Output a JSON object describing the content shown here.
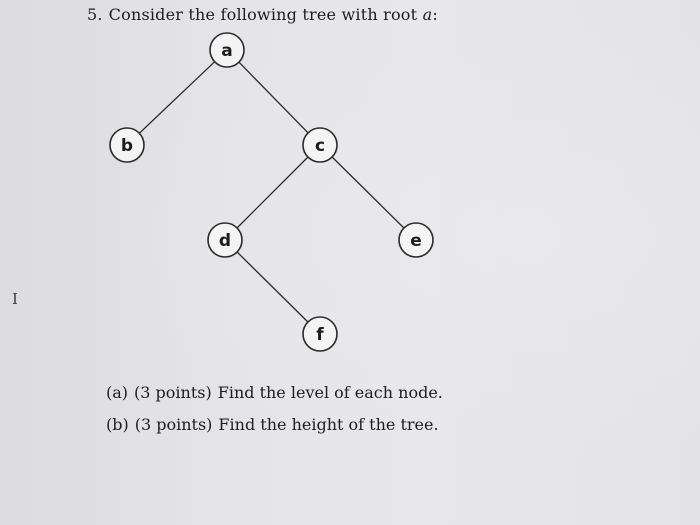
{
  "question": {
    "number": "5.",
    "text": "Consider the following tree with root",
    "root_var": "a",
    "colon": ":"
  },
  "tree": {
    "nodes": [
      {
        "id": "a",
        "label": "a"
      },
      {
        "id": "b",
        "label": "b"
      },
      {
        "id": "c",
        "label": "c"
      },
      {
        "id": "d",
        "label": "d"
      },
      {
        "id": "e",
        "label": "e"
      },
      {
        "id": "f",
        "label": "f"
      }
    ],
    "edges": [
      {
        "from": "a",
        "to": "b"
      },
      {
        "from": "a",
        "to": "c"
      },
      {
        "from": "c",
        "to": "d"
      },
      {
        "from": "c",
        "to": "e"
      },
      {
        "from": "d",
        "to": "f"
      }
    ]
  },
  "parts": [
    {
      "label": "(a)",
      "points": "(3 points)",
      "text": "Find the level of each node."
    },
    {
      "label": "(b)",
      "points": "(3 points)",
      "text": "Find the height of the tree."
    }
  ],
  "cursor": {
    "glyph": "I"
  }
}
